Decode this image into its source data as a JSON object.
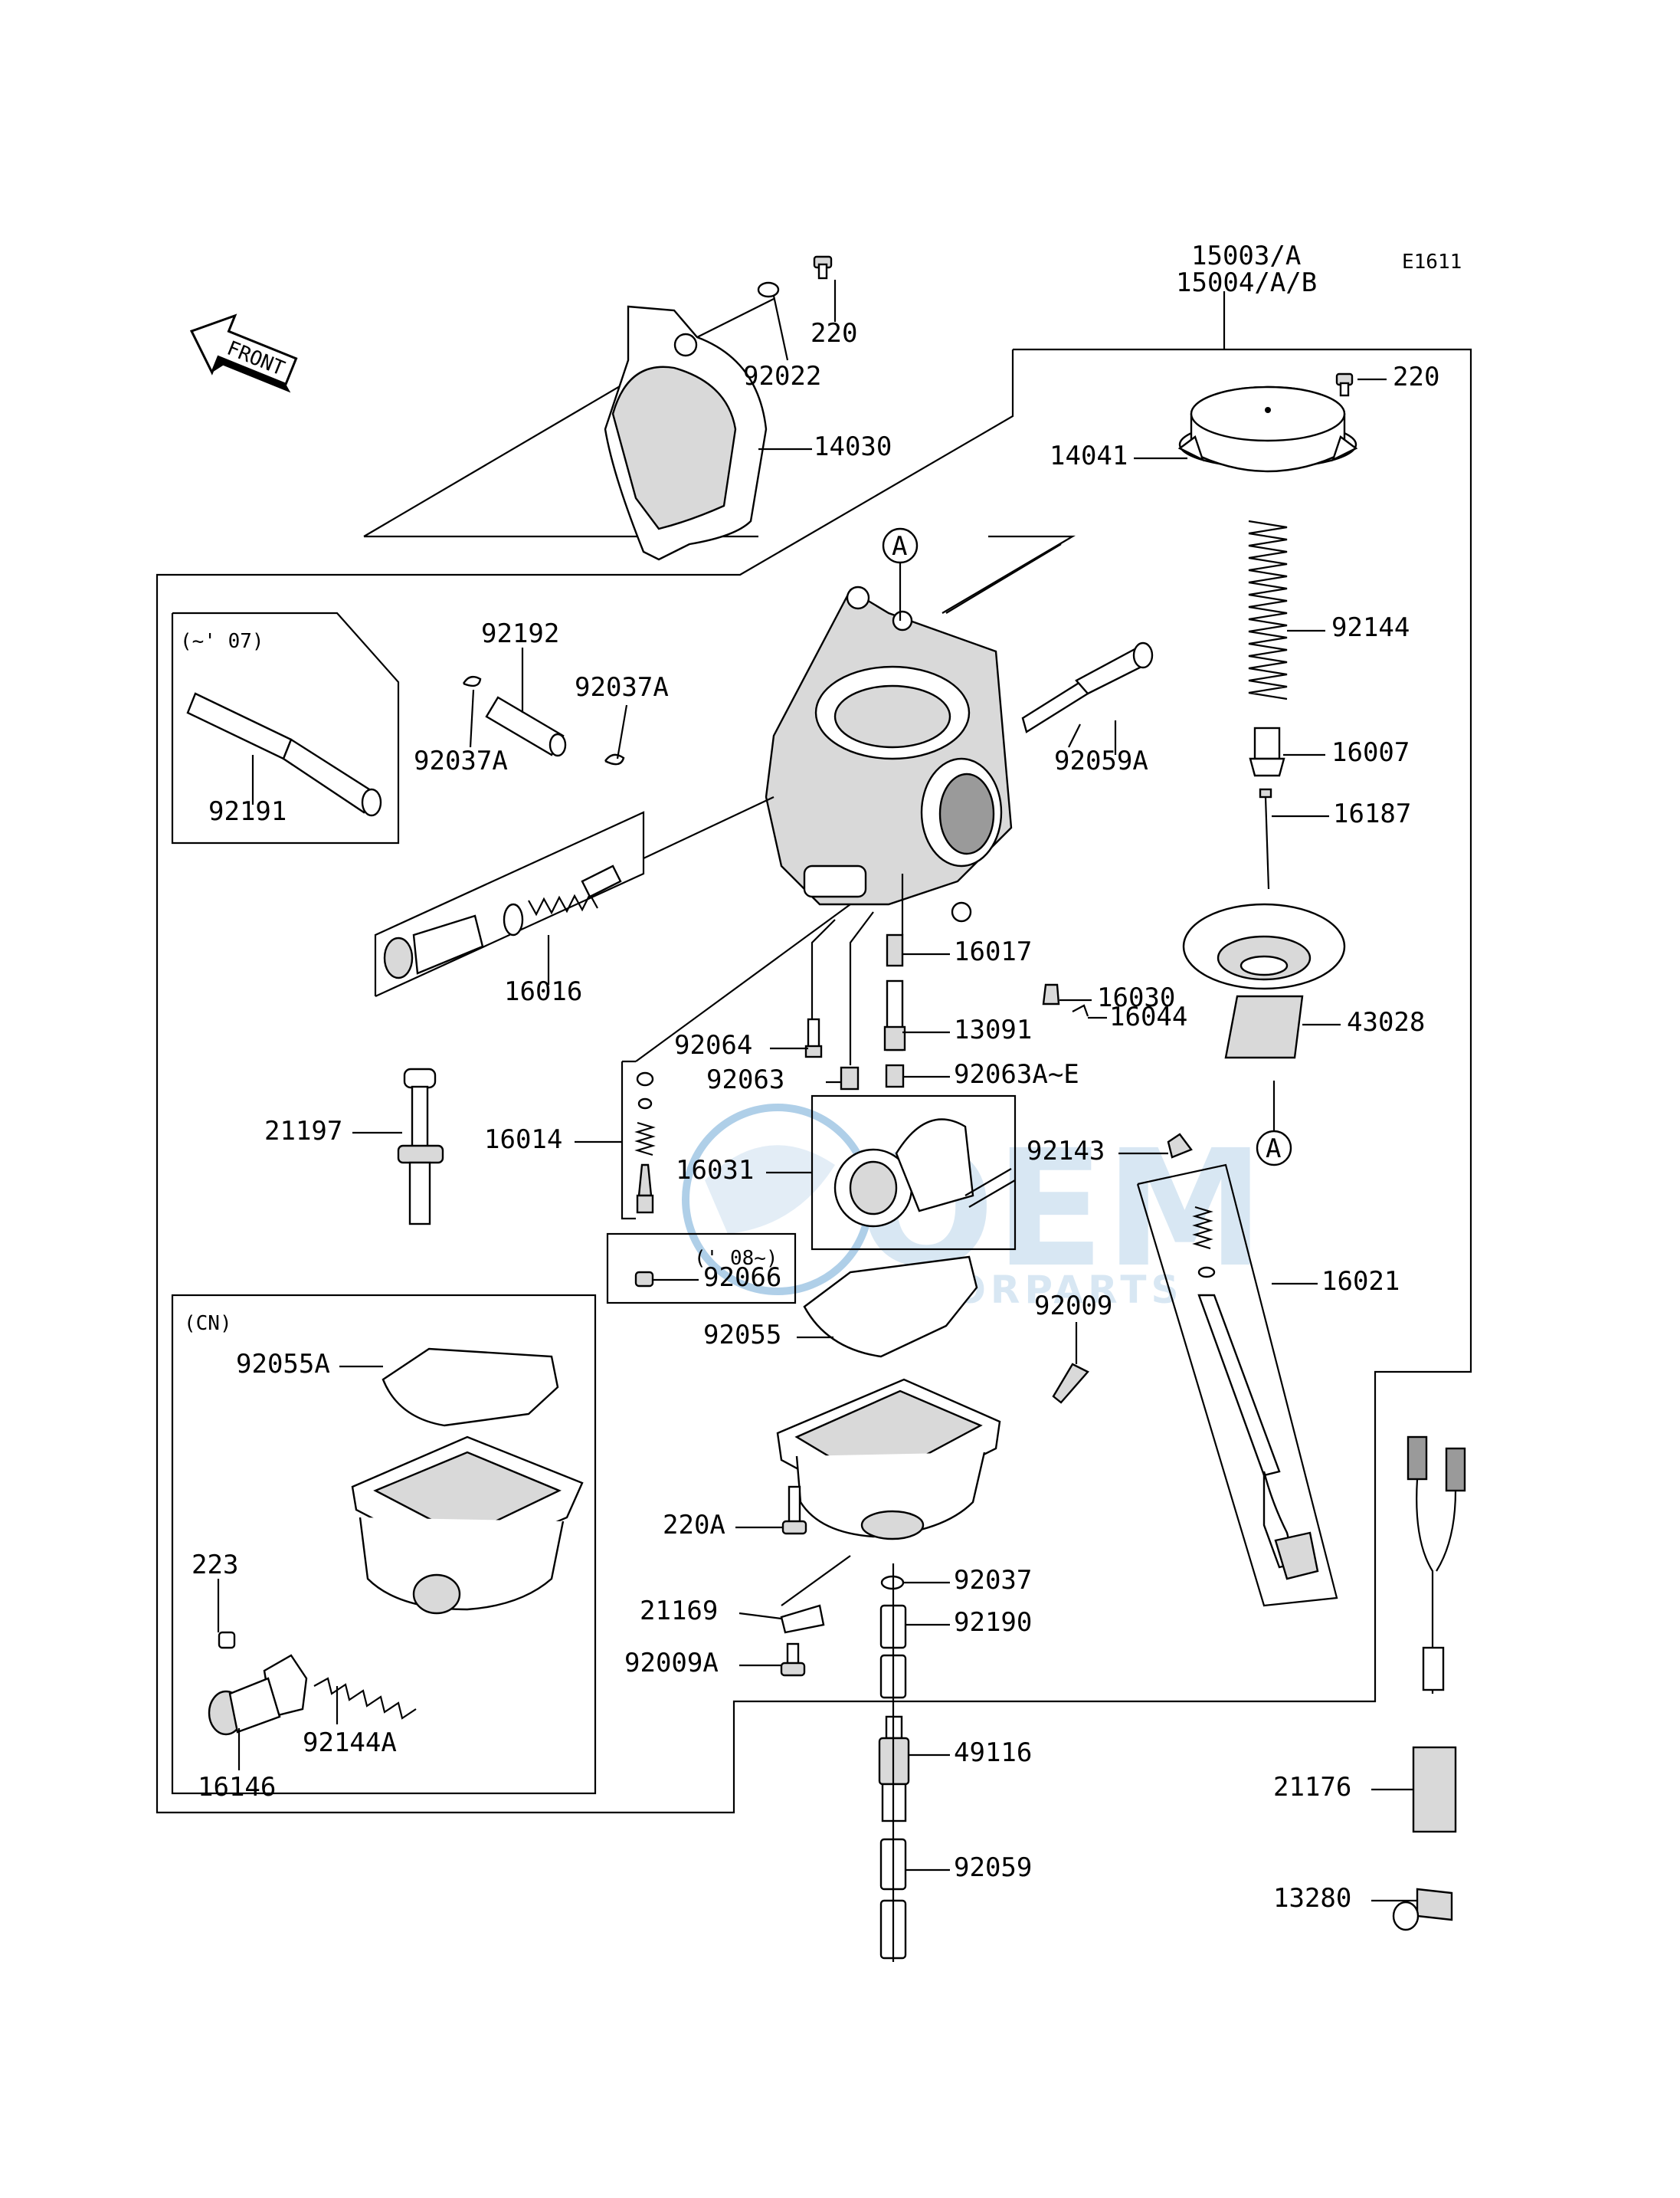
{
  "diagram_code": "E1611",
  "front_arrow_label": "FRONT",
  "watermark": {
    "brand": "OEM",
    "sub": "MOTORPARTS",
    "color": "#6fa8d6"
  },
  "insets": {
    "to_07": "(~' 07)",
    "from_08": "(' 08~)",
    "cn": "(CN)"
  },
  "callouts": {
    "ref_a_top": "A",
    "ref_a_bottom": "A"
  },
  "part_labels": {
    "p15003": "15003/A",
    "p15004": "15004/A/B",
    "p220_top": "220",
    "p220_right": "220",
    "p92022": "92022",
    "p14030": "14030",
    "p14041": "14041",
    "p92144": "92144",
    "p16007": "16007",
    "p16187": "16187",
    "p43028": "43028",
    "p16030": "16030",
    "p16044": "16044",
    "p92192": "92192",
    "p92037A_a": "92037A",
    "p92037A_b": "92037A",
    "p92059A": "92059A",
    "p92191": "92191",
    "p16016": "16016",
    "p16017": "16017",
    "p13091": "13091",
    "p92064": "92064",
    "p92063": "92063",
    "p92063AE": "92063A~E",
    "p21197": "21197",
    "p16014": "16014",
    "p16031": "16031",
    "p92143": "92143",
    "p16021": "16021",
    "p92066": "92066",
    "p92055": "92055",
    "p92009": "92009",
    "p92055A": "92055A",
    "p220A": "220A",
    "p92037": "92037",
    "p21169": "21169",
    "p92190": "92190",
    "p92009A": "92009A",
    "p223": "223",
    "p92144A": "92144A",
    "p16146": "16146",
    "p49116": "49116",
    "p92059": "92059",
    "p21176": "21176",
    "p13280": "13280"
  }
}
